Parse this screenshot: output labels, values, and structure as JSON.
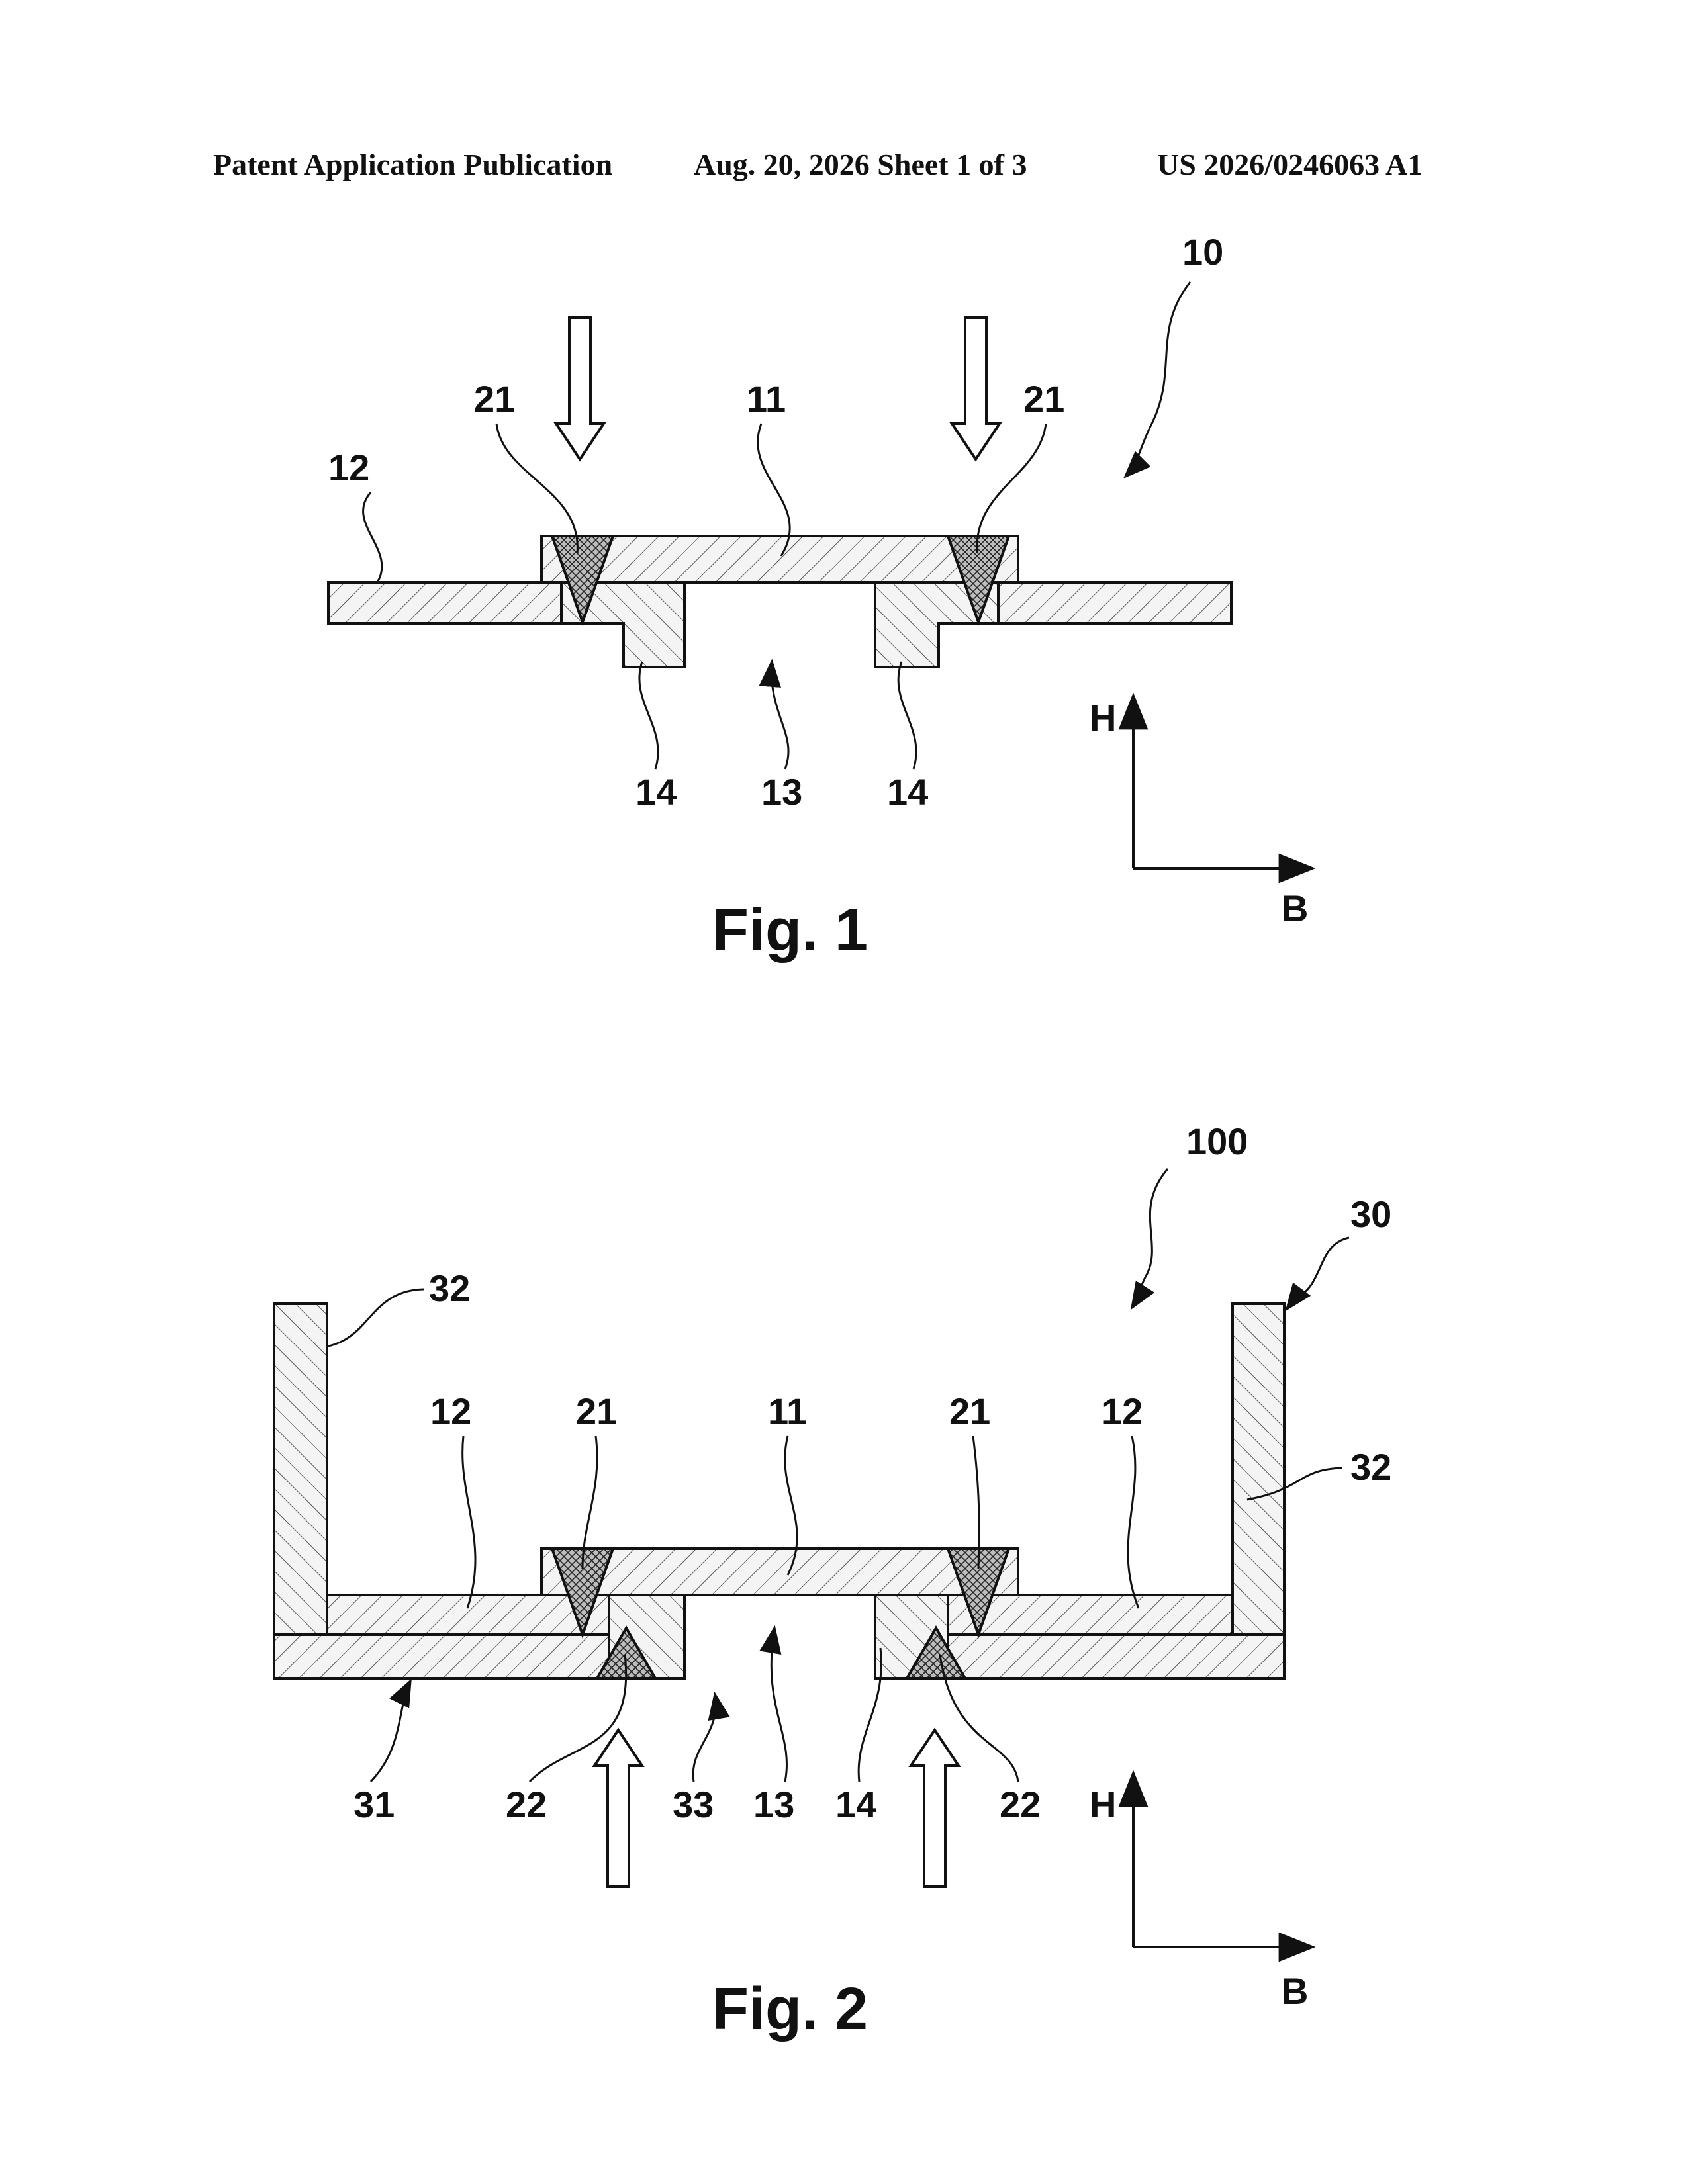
{
  "header": {
    "left": "Patent Application Publication",
    "center": "Aug. 20, 2026  Sheet 1 of 3",
    "right": "US 2026/0246063 A1"
  },
  "fig1": {
    "caption": "Fig. 1",
    "labels": {
      "assembly": "10",
      "weld_left": "21",
      "weld_right": "21",
      "part_top": "11",
      "part_flange": "12",
      "opening": "13",
      "collar_left": "14",
      "collar_right": "14"
    },
    "axes": {
      "vertical": "H",
      "horizontal": "B"
    }
  },
  "fig2": {
    "caption": "Fig. 2",
    "labels": {
      "assembly": "100",
      "housing": "30",
      "wall_left": "32",
      "wall_right": "32",
      "flange_left": "12",
      "flange_right": "12",
      "weld_left": "21",
      "weld_right": "21",
      "part_top": "11",
      "base": "31",
      "weld_bottom_left": "22",
      "weld_bottom_right": "22",
      "base_opening": "33",
      "opening": "13",
      "collar": "14"
    },
    "axes": {
      "vertical": "H",
      "horizontal": "B"
    }
  }
}
